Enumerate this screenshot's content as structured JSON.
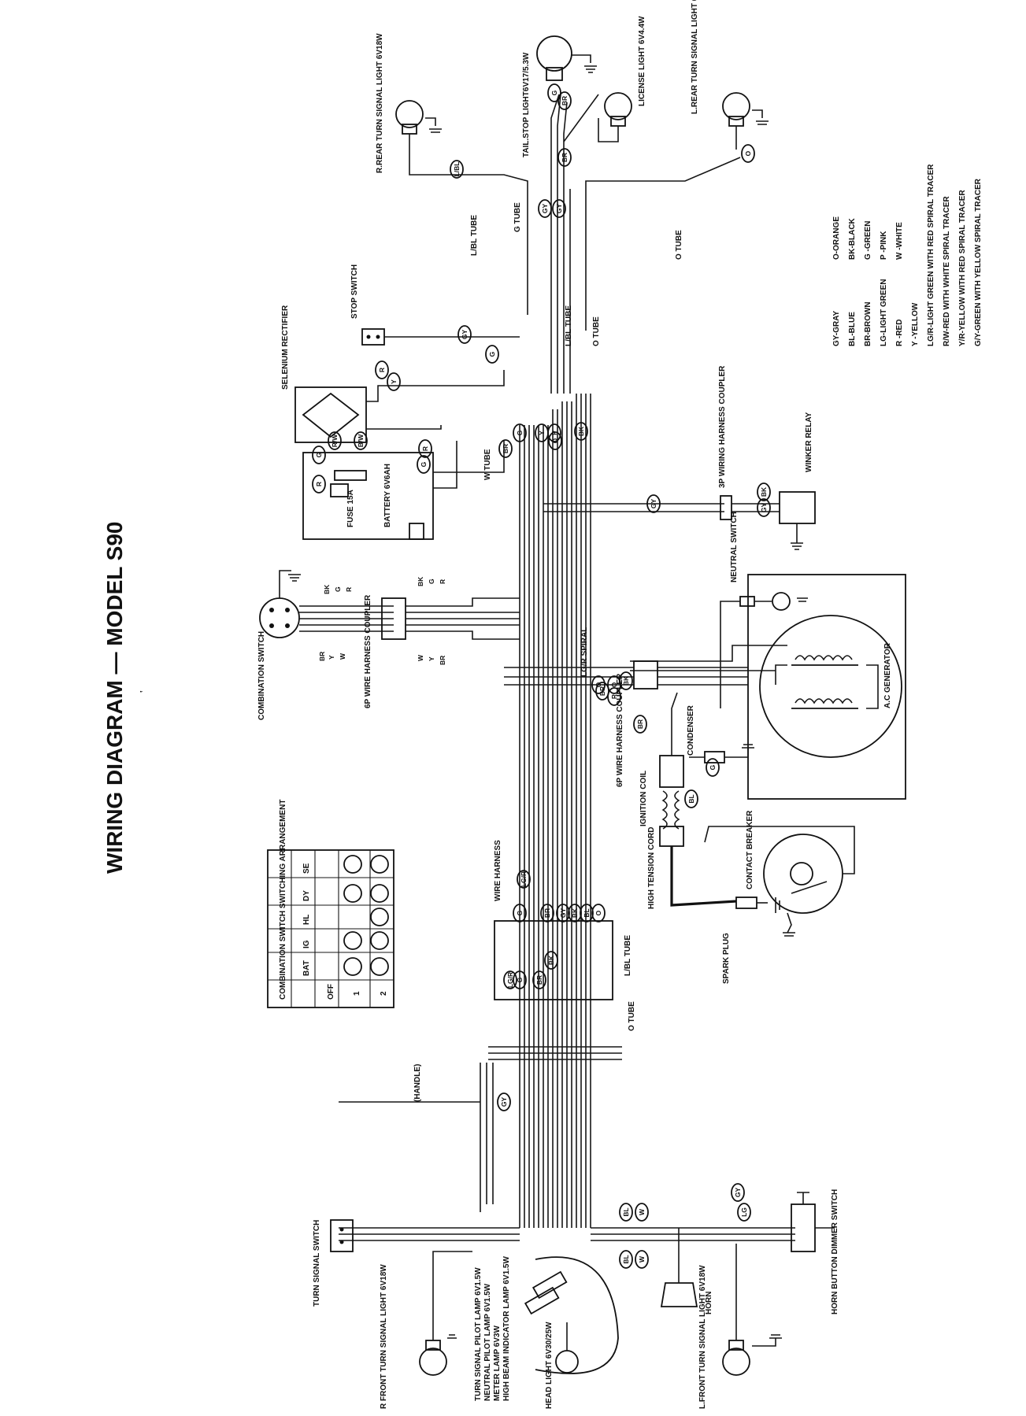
{
  "title": "WIRING DIAGRAM — MODEL S90",
  "components": {
    "combination_switch": "COMBINATION SWITCH",
    "coupler_6p_left": "6P WIRE HARNESS COUPLER",
    "selenium_rectifier": "SELENIUM RECTIFIER",
    "fuse": "FUSE 15A",
    "battery": "BATTERY 6V6AH",
    "stop_switch": "STOP SWITCH",
    "tail_stop_light": "TAIL.STOP LIGHT6V17/5.3W",
    "license_light": "LICENSE LIGHT 6V4.4W",
    "l_rear_turn": "L.REAR TURN SIGNAL LIGHT 6V18W",
    "r_rear_turn": "R.REAR TURN SIGNAL LIGHT 6V18W",
    "lbl_tube_top": "L/BL TUBE",
    "g_tube": "G TUBE",
    "o_tube_top": "O TUBE",
    "lbl_tube_mid": "L/BL TUBE",
    "o_tube_mid": "O TUBE",
    "w_tube": "W TUBE",
    "coupler_3p": "3P WIRING HARNESS COUPLER",
    "winker_relay": "WINKER RELAY",
    "neutral_switch": "NEUTRAL SWITCH",
    "ac_generator": "A.C GENERATOR",
    "lg_r_spiral": "LG/R SPIRAL",
    "coupler_6p_mid": "6P WIRE HARNESS COUPLER",
    "condenser": "CONDENSER",
    "ignition_coil": "IGNITION COIL",
    "high_tension_cord": "HIGH TENSION CORD",
    "contact_breaker": "CONTACT BREAKER",
    "spark_plug": "SPARK PLUG",
    "wire_harness": "WIRE HARNESS",
    "lbl_tube_low": "L/BL TUBE",
    "o_tube_low": "O TUBE",
    "handle": "(HANDLE)",
    "turn_signal_switch": "TURN SIGNAL SWITCH",
    "r_front_turn": "R FRONT TURN SIGNAL LIGHT 6V18W",
    "turn_pilot": "TURN SIGNAL PILOT LAMP 6V1.5W",
    "neutral_pilot": "NEUTRAL PILOT LAMP 6V1.5W",
    "meter_lamp": "METER LAMP 6V3W",
    "high_beam": "HIGH BEAM INDICATOR LAMP 6V1.5W",
    "head_light": "HEAD LIGHT 6V30/25W",
    "horn": "HORN",
    "l_front_turn": "L.FRONT TURN SIGNAL LIGHT 6V18W",
    "horn_button": "HORN BUTTON DIMMER SWITCH"
  },
  "switch_table": {
    "title": "COMBINATION SWITCH SWITCHING ARRANGEMENT",
    "columns": [
      "",
      "BAT",
      "IG",
      "HL",
      "DY",
      "SE"
    ],
    "rows": [
      {
        "pos": "OFF",
        "on": [
          false,
          false,
          false,
          false,
          false
        ]
      },
      {
        "pos": "1",
        "on": [
          true,
          true,
          false,
          true,
          true
        ]
      },
      {
        "pos": "2",
        "on": [
          true,
          true,
          true,
          true,
          true
        ]
      }
    ]
  },
  "color_legend": [
    "GY-GRAY",
    "BL-BLUE",
    "BR-BROWN",
    "LG-LIGHT GREEN",
    "R -RED",
    "Y -YELLOW",
    "O-ORANGE",
    "BK-BLACK",
    "G -GREEN",
    "P -PINK",
    "W -WHITE",
    "LG/R-LIGHT GREEN WITH RED SPIRAL TRACER",
    "R/W-RED WITH WHITE SPIRAL TRACER",
    "Y/R-YELLOW WITH RED SPIRAL TRACER",
    "G/Y-GREEN WITH YELLOW SPIRAL TRACER"
  ],
  "wire_codes": {
    "sw_top": [
      "BK",
      "G",
      "R"
    ],
    "sw_bot": [
      "BR",
      "Y",
      "W"
    ],
    "cp_top": [
      "BK",
      "G",
      "R"
    ],
    "cp_bot": [
      "W",
      "Y",
      "BR"
    ],
    "connectors": [
      "G",
      "BR",
      "BR",
      "GY",
      "GY",
      "L/BL",
      "O",
      "GY",
      "G",
      "R",
      "Y",
      "R/W",
      "B/W",
      "G",
      "R",
      "G",
      "R",
      "BR",
      "G",
      "Y",
      "P",
      "O",
      "BK",
      "GY",
      "BK",
      "GY",
      "BR",
      "O",
      "O",
      "R",
      "BK",
      "BR",
      "BL",
      "G",
      "LG/R",
      "G",
      "BR",
      "BK",
      "GY",
      "BK",
      "BL",
      "O",
      "LG/R",
      "G",
      "BR",
      "BL",
      "W",
      "BL",
      "W",
      "GY",
      "LG",
      "GY"
    ]
  }
}
